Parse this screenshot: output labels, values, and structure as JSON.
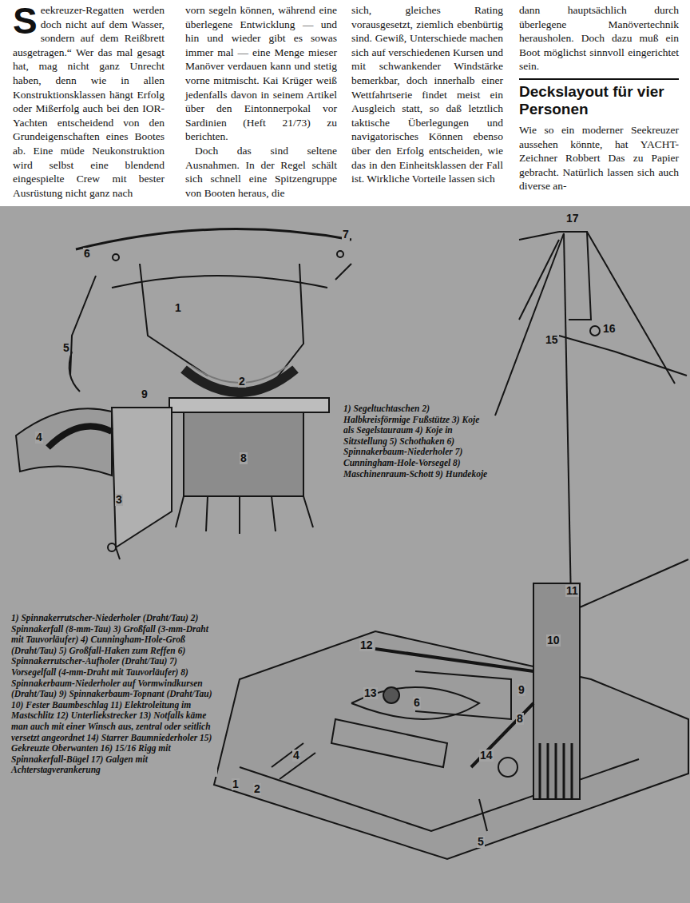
{
  "diagram": {
    "title": "Deckslayout für vier Personen",
    "labels": [
      "Seekreuzer-Regatten werden doch nicht auf dem Wasser, sondern auf dem Reißbrett ausgetragen.“ Wer das mal gesagt hat, mag nicht ganz Unrecht haben, denn wie in allen Konstruktionsklassen hängt Erfolg oder Mißerfolg auch bei den IOR-Yachten entscheidend von den Grundeigenschaften eines Bootes ab. Eine müde Neukonstruktion wird selbst eine blendend eingespielte Crew mit bester Ausrüstung nicht ganz nach",
      "vorn segeln können, während eine überlegene Entwicklung — und hin und wieder gibt es sowas immer mal — eine Menge mieser Manöver verdauen kann und stetig vorne mitmischt. Kai Krüger weiß jedenfalls davon in seinem Artikel über den Eintonnerpokal vor Sardinien (Heft 21/73) zu berichten.",
      "Doch das sind seltene Ausnahmen. In der Regel schält sich schnell eine Spitzengruppe von Booten heraus, die",
      "sich, gleiches Rating vorausgesetzt, ziemlich ebenbürtig sind. Gewiß, Unterschiede machen sich auf verschiedenen Kursen und mit schwankender Windstärke bemerkbar, doch innerhalb einer Wettfahrtserie findet meist ein Ausgleich statt, so daß letztlich taktische Überlegungen und navigatorisches Können ebenso über den Erfolg entscheiden, wie das in den Einheitsklassen der Fall ist. Wirkliche Vorteile lassen sich",
      "dann hauptsächlich durch überlegene Manövertechnik herausholen. Doch dazu muß ein Boot möglichst sinnvoll eingerichtet sein.",
      "Wie so ein moderner Seekreuzer aussehen könnte, hat YACHT-Zeichner Robbert Das zu Papier gebracht. Natürlich lassen sich auch diverse an-",
      "1) Segeltuchtaschen",
      "2) Halbkreisförmige Fußstütze",
      "3) Koje als Segelstauraum",
      "4) Koje in Sitzstellung",
      "5) Schothaken",
      "6) Spinnakerbaum-Niederholer",
      "7) Cunningham-Hole-Vorsegel",
      "8) Maschinenraum-Schott",
      "9) Hundekoje",
      "1) Spinnakerrutscher-Niederholer (Draht/Tau)",
      "2) Spinnakerfall (8-mm-Tau)",
      "3) Großfall (3-mm-Draht mit Tauvorläufer)",
      "4) Cunningham-Hole-Groß (Draht/Tau)",
      "5) Großfall-Haken zum Reffen",
      "6) Spinnakerrutscher-Aufholer (Draht/Tau)",
      "7) Vorsegelfall (4-mm-Draht mit Tauvorläufer)",
      "8) Spinnakerbaum-Niederholer auf Vormwindkursen (Draht/Tau)",
      "9) Spinnakerbaum-Topnant (Draht/Tau)",
      "10) Fester Baumbeschlag",
      "11) Elektroleitung im Mastschlitz",
      "12) Unterliekstrecker",
      "13) Notfalls käme man auch mit einer Winsch aus, zentral oder seitlich versetzt angeordnet",
      "14) Starrer Baumniederholer",
      "15) Gekreuzte Oberwanten",
      "16) 15/16 Rigg mit Spinnakerfall-Bügel",
      "17) Galgen mit Achterstagverankerung",
      "6",
      "7",
      "1",
      "5",
      "2",
      "9",
      "4",
      "8",
      "3",
      "17",
      "15",
      "16",
      "11",
      "10",
      "12",
      "13",
      "6",
      "9",
      "8",
      "14",
      "1",
      "2",
      "4",
      "5"
    ]
  }
}
